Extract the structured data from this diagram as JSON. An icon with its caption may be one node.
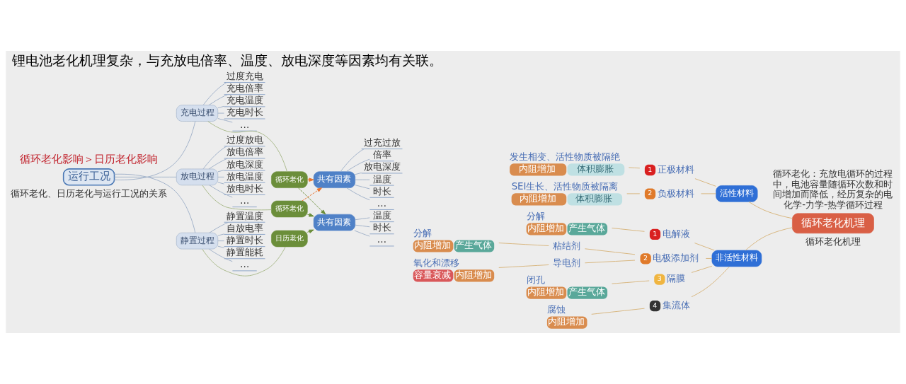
{
  "diagram": {
    "title": "锂电池老化机理复杂，与充放电倍率、温度、放电深度等因素均有关联。",
    "nodes": [
      {
        "text": [
          "运行工况"
        ]
      },
      {
        "text": [
          "充电过程"
        ]
      },
      {
        "text": [
          "放电过程"
        ]
      },
      {
        "text": [
          "静置过程"
        ]
      },
      {
        "text": [
          "过度充电"
        ]
      },
      {
        "text": [
          "充电倍率"
        ]
      },
      {
        "text": [
          "充电温度"
        ]
      },
      {
        "text": [
          "充电时长"
        ]
      },
      {
        "text": [
          "…"
        ]
      },
      {
        "text": [
          "过度放电"
        ]
      },
      {
        "text": [
          "放电倍率"
        ]
      },
      {
        "text": [
          "放电深度"
        ]
      },
      {
        "text": [
          "放电温度"
        ]
      },
      {
        "text": [
          "放电时长"
        ]
      },
      {
        "text": [
          "…"
        ]
      },
      {
        "text": [
          "静置温度"
        ]
      },
      {
        "text": [
          "自放电率"
        ]
      },
      {
        "text": [
          "静置时长"
        ]
      },
      {
        "text": [
          "静置能耗"
        ]
      },
      {
        "text": [
          "…"
        ]
      },
      {
        "text": [
          "循环老化"
        ]
      },
      {
        "text": [
          "循环老化"
        ]
      },
      {
        "text": [
          "日历老化"
        ]
      },
      {
        "text": [
          "共有因素"
        ]
      },
      {
        "text": [
          "过充过放"
        ]
      },
      {
        "text": [
          "倍率"
        ]
      },
      {
        "text": [
          "放电深度"
        ]
      },
      {
        "text": [
          "温度"
        ]
      },
      {
        "text": [
          "时长"
        ]
      },
      {
        "text": [
          "…"
        ]
      },
      {
        "text": [
          "共有因素"
        ]
      },
      {
        "text": [
          "温度"
        ]
      },
      {
        "text": [
          "时长"
        ]
      },
      {
        "text": [
          "…"
        ]
      },
      {
        "text": [
          "循环老化机理"
        ]
      },
      {
        "text": [
          "活性材料"
        ]
      },
      {
        "text": [
          "非活性材料"
        ]
      },
      {
        "text": [
          "1",
          "正极材料"
        ]
      },
      {
        "text": [
          "2",
          "负极材料"
        ]
      },
      {
        "text": [
          "1",
          "电解液"
        ]
      },
      {
        "text": [
          "2",
          "电极添加剂"
        ]
      },
      {
        "text": [
          "3",
          "隔膜"
        ]
      },
      {
        "text": [
          "4",
          "集流体"
        ]
      },
      {
        "text": [
          "粘结剂"
        ]
      },
      {
        "text": [
          "导电剂"
        ]
      },
      {
        "text": [
          "发生相变、活性物质被隔绝",
          "内阻增加",
          "体积膨胀"
        ]
      },
      {
        "text": [
          "SEI生长、活性物质被隔离",
          "内阻增加",
          "体积膨胀"
        ]
      },
      {
        "text": [
          "分解",
          "内阻增加",
          "产生气体"
        ]
      },
      {
        "text": [
          "分解",
          "内阻增加",
          "产生气体"
        ]
      },
      {
        "text": [
          "氧化和漂移",
          "容量衰减",
          "内阻增加"
        ]
      },
      {
        "text": [
          "闭孔",
          "内阻增加",
          "产生气体"
        ]
      },
      {
        "text": [
          "腐蚀",
          "内阻增加"
        ]
      }
    ],
    "edges": [
      {
        "from": 0,
        "to": 1,
        "arrow": "none"
      },
      {
        "from": 0,
        "to": 2,
        "arrow": "none"
      },
      {
        "from": 0,
        "to": 3,
        "arrow": "none"
      },
      {
        "from": 1,
        "to": 4,
        "arrow": "none"
      },
      {
        "from": 1,
        "to": 5,
        "arrow": "none"
      },
      {
        "from": 1,
        "to": 6,
        "arrow": "none"
      },
      {
        "from": 1,
        "to": 7,
        "arrow": "none"
      },
      {
        "from": 1,
        "to": 8,
        "arrow": "none"
      },
      {
        "from": 2,
        "to": 9,
        "arrow": "none"
      },
      {
        "from": 2,
        "to": 10,
        "arrow": "none"
      },
      {
        "from": 2,
        "to": 11,
        "arrow": "none"
      },
      {
        "from": 2,
        "to": 12,
        "arrow": "none"
      },
      {
        "from": 2,
        "to": 13,
        "arrow": "none"
      },
      {
        "from": 2,
        "to": 14,
        "arrow": "none"
      },
      {
        "from": 3,
        "to": 15,
        "arrow": "none"
      },
      {
        "from": 3,
        "to": 16,
        "arrow": "none"
      },
      {
        "from": 3,
        "to": 17,
        "arrow": "none"
      },
      {
        "from": 3,
        "to": 18,
        "arrow": "none"
      },
      {
        "from": 3,
        "to": 19,
        "arrow": "none"
      },
      {
        "from": 1,
        "to": 20,
        "arrow": "none",
        "color": "#a9b98a"
      },
      {
        "from": 2,
        "to": 21,
        "arrow": "none",
        "color": "#a9b98a"
      },
      {
        "from": 3,
        "to": 22,
        "arrow": "none",
        "color": "#a9b98a"
      },
      {
        "from": 20,
        "to": 23,
        "arrow": "to",
        "style": "dashed",
        "color": "#e8742f"
      },
      {
        "from": 21,
        "to": 23,
        "arrow": "to",
        "style": "dashed",
        "color": "#e8742f"
      },
      {
        "from": 20,
        "to": 30,
        "arrow": "to",
        "style": "dashed",
        "color": "#6b8e3a"
      },
      {
        "from": 21,
        "to": 30,
        "arrow": "to",
        "style": "dashed",
        "color": "#6b8e3a"
      },
      {
        "from": 22,
        "to": 30,
        "arrow": "to",
        "style": "dashed",
        "color": "#6b8e3a"
      },
      {
        "from": 23,
        "to": 24,
        "arrow": "none"
      },
      {
        "from": 23,
        "to": 25,
        "arrow": "none"
      },
      {
        "from": 23,
        "to": 26,
        "arrow": "none"
      },
      {
        "from": 23,
        "to": 27,
        "arrow": "none"
      },
      {
        "from": 23,
        "to": 28,
        "arrow": "none"
      },
      {
        "from": 23,
        "to": 29,
        "arrow": "none"
      },
      {
        "from": 30,
        "to": 31,
        "arrow": "none"
      },
      {
        "from": 30,
        "to": 32,
        "arrow": "none"
      },
      {
        "from": 30,
        "to": 33,
        "arrow": "none"
      },
      {
        "from": 45,
        "to": 37,
        "arrow": "none",
        "color": "#d7b57c"
      },
      {
        "from": 46,
        "to": 38,
        "arrow": "none",
        "color": "#d7b57c"
      },
      {
        "from": 37,
        "to": 35,
        "arrow": "none",
        "color": "#d7b57c"
      },
      {
        "from": 38,
        "to": 35,
        "arrow": "none",
        "color": "#d7b57c"
      },
      {
        "from": 35,
        "to": 34,
        "arrow": "none",
        "color": "#d7b57c"
      },
      {
        "from": 47,
        "to": 39,
        "arrow": "none",
        "color": "#d7b57c"
      },
      {
        "from": 48,
        "to": 43,
        "arrow": "none",
        "color": "#d7b57c"
      },
      {
        "from": 49,
        "to": 44,
        "arrow": "none",
        "color": "#d7b57c"
      },
      {
        "from": 43,
        "to": 40,
        "arrow": "none",
        "color": "#d7b57c"
      },
      {
        "from": 44,
        "to": 40,
        "arrow": "none",
        "color": "#d7b57c"
      },
      {
        "from": 50,
        "to": 41,
        "arrow": "none",
        "color": "#d7b57c"
      },
      {
        "from": 51,
        "to": 42,
        "arrow": "none",
        "color": "#d7b57c"
      },
      {
        "from": 39,
        "to": 36,
        "arrow": "none",
        "color": "#d7b57c"
      },
      {
        "from": 40,
        "to": 36,
        "arrow": "none",
        "color": "#d7b57c"
      },
      {
        "from": 41,
        "to": 36,
        "arrow": "none",
        "color": "#d7b57c"
      },
      {
        "from": 42,
        "to": 36,
        "arrow": "none",
        "color": "#d7b57c"
      },
      {
        "from": 36,
        "to": 34,
        "arrow": "none",
        "color": "#d7b57c"
      }
    ],
    "labels": [
      "循环老化影响＞日历老化影响",
      "循环老化：充放电循环的过程中，电池容量随循环次数和时间增加而降低，经历复杂的电化学-力学-热学循环过程",
      "循环老化、日历老化与运行工况的关系",
      "循环老化机理"
    ]
  }
}
